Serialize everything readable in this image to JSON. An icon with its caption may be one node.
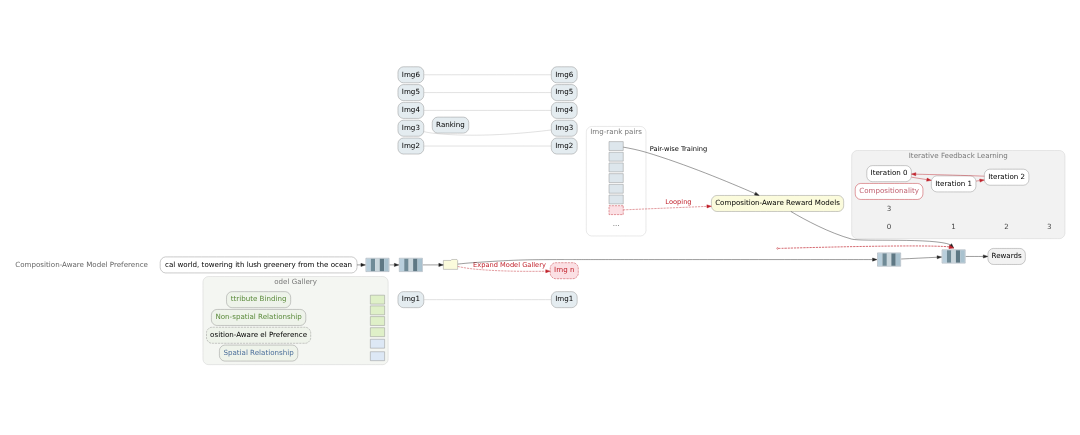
{
  "diagram": {
    "nodes": [
      {
        "text": [
          "odel Gallery"
        ]
      },
      {
        "text": [
          "ttribute Binding"
        ],
        "in": 0
      },
      {
        "text": [
          "Non-spatial Relationship"
        ],
        "in": 0
      },
      {
        "text": [
          "osition-Aware el Preference"
        ],
        "in": 0
      },
      {
        "text": [
          "Spatial Relationship"
        ],
        "in": 0
      },
      {
        "text": [],
        "shape": "box",
        "in": 0
      },
      {
        "text": [],
        "shape": "box",
        "in": 0
      },
      {
        "text": [],
        "shape": "box",
        "in": 0
      },
      {
        "text": [],
        "shape": "box",
        "in": 0
      },
      {
        "text": [],
        "shape": "box",
        "in": 0
      },
      {
        "text": [],
        "shape": "box",
        "in": 0
      },
      {
        "text": [
          "Img1"
        ]
      },
      {
        "text": [
          "Img2"
        ]
      },
      {
        "text": [
          "Img3"
        ]
      },
      {
        "text": [
          "Img4"
        ]
      },
      {
        "text": [
          "Img5"
        ]
      },
      {
        "text": [
          "Img6"
        ]
      },
      {
        "text": [
          "Ranking"
        ]
      },
      {
        "text": [
          "Img2"
        ]
      },
      {
        "text": [
          "Img5"
        ]
      },
      {
        "text": [
          "Img1"
        ]
      },
      {
        "text": [
          "Img3"
        ]
      },
      {
        "text": [
          "Img6"
        ]
      },
      {
        "text": [
          "Img4"
        ]
      },
      {
        "text": [
          "Img n"
        ]
      },
      {
        "text": [
          "Img-rank pairs"
        ]
      },
      {
        "text": [],
        "shape": "box",
        "in": 25
      },
      {
        "text": [],
        "shape": "box",
        "in": 25
      },
      {
        "text": [],
        "shape": "box",
        "in": 25
      },
      {
        "text": [],
        "shape": "box",
        "in": 25
      },
      {
        "text": [],
        "shape": "box",
        "in": 25
      },
      {
        "text": [],
        "shape": "box",
        "in": 25
      },
      {
        "text": [],
        "shape": "box",
        "in": 25
      },
      {
        "text": [
          "Composition-Aware Reward Models"
        ]
      },
      {
        "text": [
          "Iterative Feedback Learning"
        ]
      },
      {
        "text": [
          "Iteration 0"
        ],
        "in": 34
      },
      {
        "text": [
          "Iteration 1"
        ],
        "in": 34
      },
      {
        "text": [
          "Iteration 2"
        ],
        "in": 34
      },
      {
        "text": [
          "Compositionality"
        ],
        "in": 34
      },
      {
        "text": [
          "cal world, towering ith lush greenery from the ocean"
        ]
      },
      {
        "text": [],
        "shape": "picture"
      },
      {
        "text": [],
        "shape": "picture"
      },
      {
        "text": [],
        "shape": "book"
      },
      {
        "text": [],
        "shape": "picture"
      },
      {
        "text": [],
        "shape": "picture"
      },
      {
        "text": [
          "Rewards"
        ]
      }
    ],
    "edges": [
      {
        "from": 11,
        "to": 20,
        "arrow": "none",
        "color": "#bbbbbb"
      },
      {
        "from": 12,
        "to": 18,
        "arrow": "none",
        "color": "#bbbbbb"
      },
      {
        "from": 13,
        "to": 21,
        "arrow": "none",
        "color": "#bbbbbb"
      },
      {
        "from": 14,
        "to": 23,
        "arrow": "none",
        "color": "#bbbbbb"
      },
      {
        "from": 15,
        "to": 19,
        "arrow": "none",
        "color": "#bbbbbb"
      },
      {
        "from": 16,
        "to": 22,
        "arrow": "none",
        "color": "#bbbbbb"
      },
      {
        "from": 26,
        "to": 33,
        "arrow": "to",
        "label": "Pair-wise Training"
      },
      {
        "from": 32,
        "to": 33,
        "arrow": "to",
        "label": "Looping",
        "style": "dashed",
        "color": "#c0202a"
      },
      {
        "from": 35,
        "to": 36,
        "arrow": "to",
        "color": "#c0202a"
      },
      {
        "from": 36,
        "to": 37,
        "arrow": "to",
        "color": "#c0202a"
      },
      {
        "from": 37,
        "to": 35,
        "arrow": "to",
        "color": "#c0202a"
      },
      {
        "from": 39,
        "to": 40,
        "arrow": "to"
      },
      {
        "from": 40,
        "to": 41,
        "arrow": "to"
      },
      {
        "from": 41,
        "to": 42,
        "arrow": "to"
      },
      {
        "from": 42,
        "to": 24,
        "arrow": "to",
        "label": "Expand Model Gallery",
        "style": "dashed",
        "color": "#c0202a"
      },
      {
        "from": 42,
        "to": 43,
        "arrow": "to"
      },
      {
        "from": 43,
        "to": 44,
        "arrow": "to"
      },
      {
        "from": 33,
        "to": 44,
        "arrow": "to"
      },
      {
        "from": null,
        "to": 44,
        "arrow": "to",
        "style": "dashed",
        "color": "#c0202a"
      },
      {
        "from": 44,
        "to": 45,
        "arrow": "to"
      }
    ],
    "labels": [
      "3",
      "...",
      "0",
      "1",
      "2",
      "3",
      "Composition-Aware Model Preference"
    ]
  }
}
